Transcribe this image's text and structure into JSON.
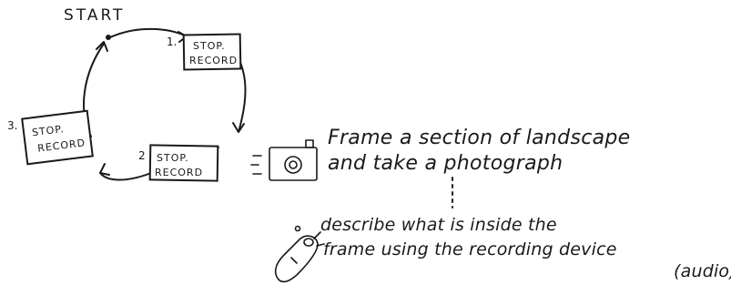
{
  "start_label": "START",
  "steps": [
    {
      "number": "1.",
      "line1": "STOP.",
      "line2": "RECORD"
    },
    {
      "number": "2",
      "line1": "STOP.",
      "line2": "RECORD"
    },
    {
      "number": "3.",
      "line1": "STOP.",
      "line2": "RECORD"
    }
  ],
  "camera_note": {
    "line1": "Frame a section of landscape",
    "line2": "and take a photograph"
  },
  "recorder_note": {
    "line1": "describe what is inside the",
    "line2": "frame using the recording device",
    "line3": "(audio)"
  },
  "colors": {
    "ink": "#1a1a1a",
    "paper": "#ffffff"
  },
  "icons": [
    "camera-icon",
    "audio-recorder-icon"
  ]
}
